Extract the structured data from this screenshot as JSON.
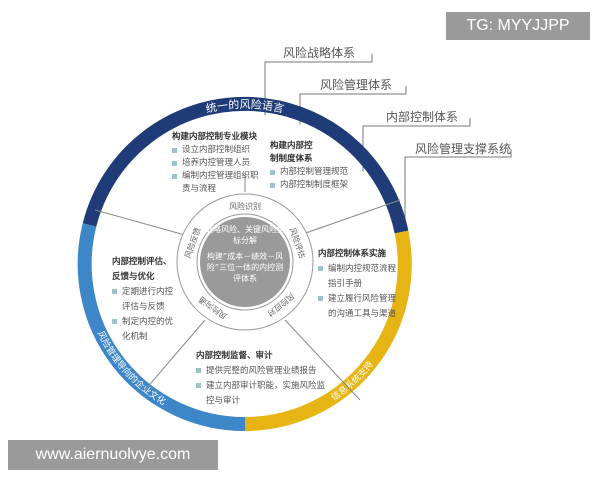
{
  "labels": [
    "风险战略体系",
    "风险管理体系",
    "内部控制体系",
    "风险管理支撑系统"
  ],
  "ring": {
    "top": "统一的风险语言",
    "left": "风险管理导向的企业文化",
    "right": "信息系统支持",
    "colors": {
      "top": "#1f3c78",
      "left": "#3d87c9",
      "right": "#e6b514"
    }
  },
  "center": {
    "line1": "战略风险、关键风险指标分解",
    "line2": "构建“成本－绩效－风险”三位一体的内控测评体系"
  },
  "cycle": [
    "风险识别",
    "风险评估",
    "风险应对",
    "风险沟通",
    "风险反馈"
  ],
  "blocks": [
    {
      "title": "构建内部控制专业模块",
      "items": [
        "设立内部控制组织",
        "培养内控管理人员",
        "编制内控管理组织职责与流程"
      ]
    },
    {
      "title": "构建内部控制制度体系",
      "items": [
        "内部控制管理规范",
        "内部控制制度框架"
      ]
    },
    {
      "title": "内部控制体系实施",
      "items": [
        "编制内控规范流程指引手册",
        "建立履行风险管理的沟通工具与渠道"
      ]
    },
    {
      "title": "内部控制监督、审计",
      "items": [
        "提供完整的风险管理业绩报告",
        "建立内部审计职能，实施风险监控与审计"
      ]
    },
    {
      "title": "内部控制评估、反馈与优化",
      "items": [
        "定期进行内控评估与反馈",
        "制定内控的优化机制"
      ]
    }
  ],
  "watermarks": {
    "top": "TG: MYYJJPP",
    "bottom": "www.aiernuolvye.com"
  }
}
